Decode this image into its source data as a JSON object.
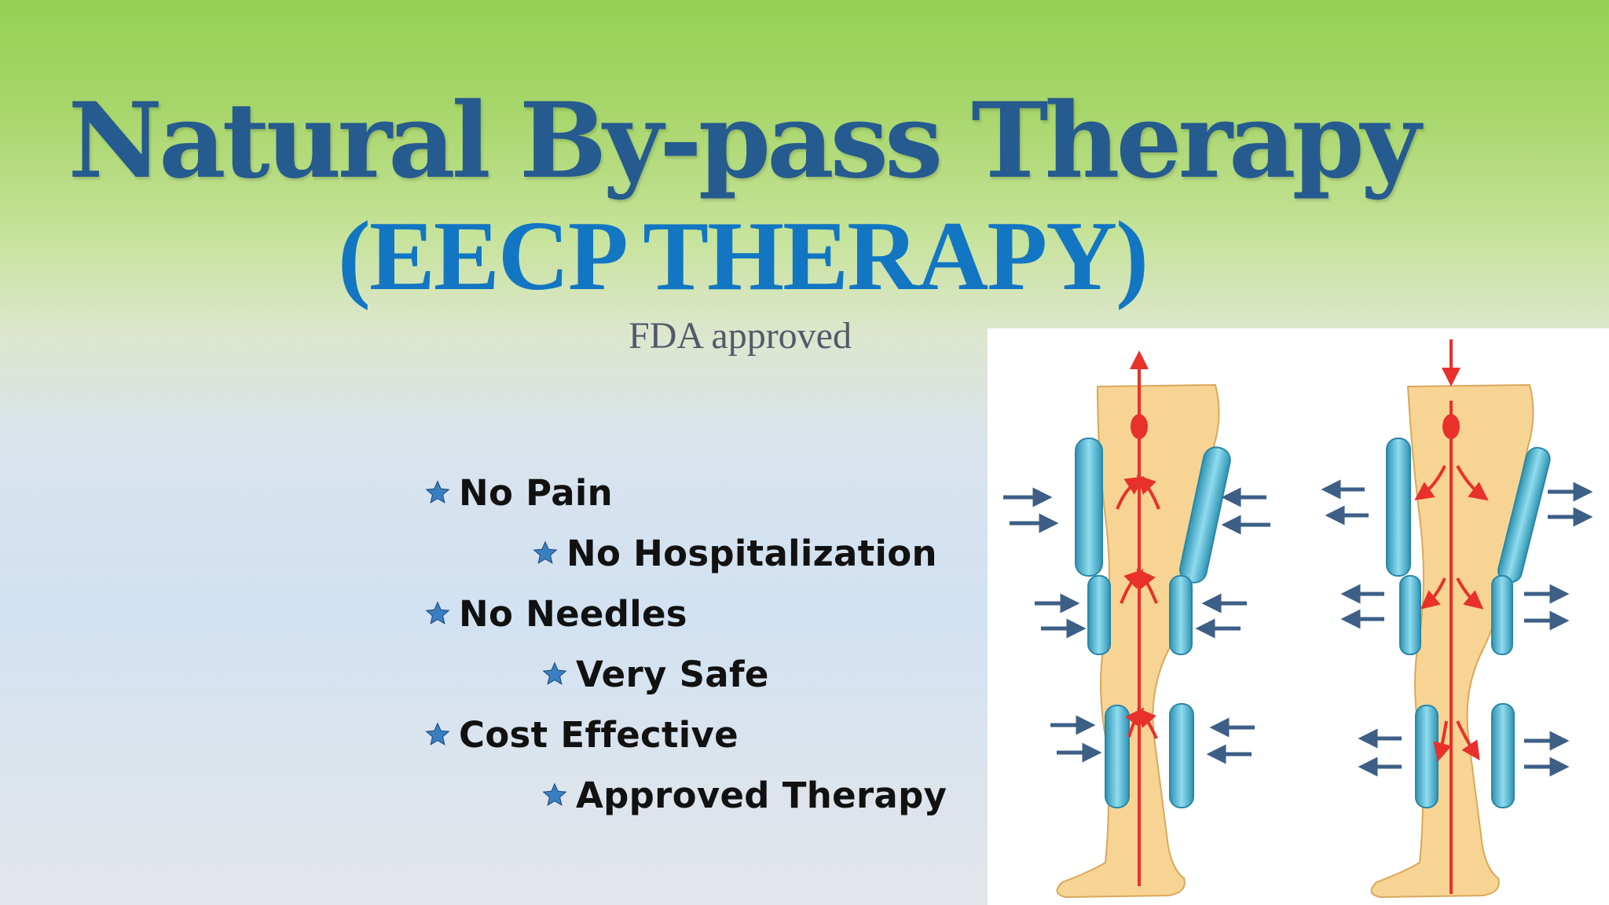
{
  "slide": {
    "title": "Natural By-pass Therapy",
    "subtitle": "(EECP THERAPY)",
    "note": "FDA approved"
  },
  "bullets": [
    {
      "label": "No Pain",
      "icon": "star-bullet-icon"
    },
    {
      "label": "No Hospitalization",
      "icon": "star-bullet-icon"
    },
    {
      "label": "No Needles",
      "icon": "star-bullet-icon"
    },
    {
      "label": "Very Safe",
      "icon": "star-bullet-icon"
    },
    {
      "label": "Cost Effective",
      "icon": "star-bullet-icon"
    },
    {
      "label": "Approved Therapy",
      "icon": "star-bullet-icon"
    }
  ],
  "figure": {
    "description_icons": [
      "leg-inflation-diagram-icon",
      "leg-deflation-diagram-icon"
    ],
    "colors": {
      "skin": "#f7d493",
      "skin_outline": "#d9a85a",
      "artery": "#e8312b",
      "cuff": "#5fbfd6",
      "cuff_dark": "#2f93b2",
      "pressure_arrow": "#3d5f86"
    }
  },
  "colors": {
    "title": "#255b8e",
    "subtitle": "#1276c3",
    "note": "#525a6a",
    "bullet_text": "#111111",
    "bullet_star": "#3a7fc1"
  }
}
